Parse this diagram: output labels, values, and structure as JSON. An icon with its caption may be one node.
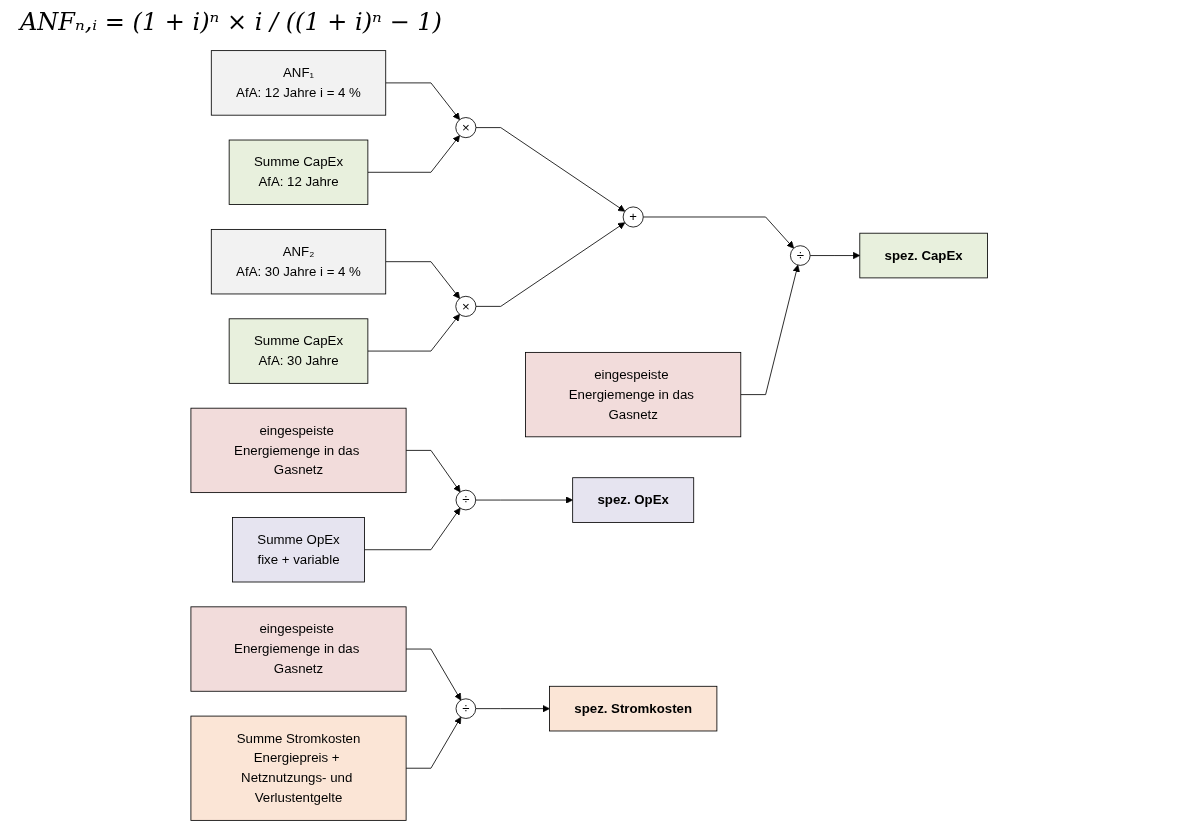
{
  "diagram": {
    "nodes": [
      {
        "text": [
          "ANF₁",
          "AfA: 12 Jahre i = 4 %"
        ]
      },
      {
        "text": [
          "ANF₂",
          "AfA: 30 Jahre i = 4 %"
        ]
      },
      {
        "text": [
          "eingespeiste Energiemenge in das Gasnetz"
        ]
      },
      {
        "text": [
          "Summe CapEx",
          "AfA: 12 Jahre"
        ]
      },
      {
        "text": [
          "×"
        ]
      },
      {
        "text": [
          "+"
        ]
      },
      {
        "text": [
          "÷"
        ]
      },
      {
        "text": [
          "spez. CapEx"
        ]
      },
      {
        "text": [
          "Summe CapEx",
          "AfA: 30 Jahre"
        ]
      },
      {
        "text": [
          "×"
        ]
      },
      {
        "text": [
          "eingespeiste Energiemenge in das Gasnetz"
        ]
      },
      {
        "text": [
          "Summe OpEx",
          "fixe + variable"
        ]
      },
      {
        "text": [
          "÷"
        ]
      },
      {
        "text": [
          "spez. OpEx"
        ]
      },
      {
        "text": [
          "eingespeiste Energiemenge in das Gasnetz"
        ]
      },
      {
        "text": [
          "Summe Stromkosten",
          "Energiepreis + Netznutzungs- und Verlustentgelte"
        ]
      },
      {
        "text": [
          "÷"
        ]
      },
      {
        "text": [
          "spez. Stromkosten"
        ]
      }
    ],
    "edges": [
      {
        "from": 0,
        "to": 4,
        "arrow": "to"
      },
      {
        "from": 3,
        "to": 4,
        "arrow": "to"
      },
      {
        "from": 1,
        "to": 9,
        "arrow": "to"
      },
      {
        "from": 8,
        "to": 9,
        "arrow": "to"
      },
      {
        "from": 4,
        "to": 5,
        "arrow": "to"
      },
      {
        "from": 9,
        "to": 5,
        "arrow": "to"
      },
      {
        "from": 5,
        "to": 6,
        "arrow": "to"
      },
      {
        "from": 2,
        "to": 6,
        "arrow": "to"
      },
      {
        "from": 6,
        "to": 7,
        "arrow": "to"
      },
      {
        "from": 10,
        "to": 12,
        "arrow": "to"
      },
      {
        "from": 11,
        "to": 12,
        "arrow": "to"
      },
      {
        "from": 12,
        "to": 13,
        "arrow": "to"
      },
      {
        "from": 14,
        "to": 16,
        "arrow": "to"
      },
      {
        "from": 15,
        "to": 16,
        "arrow": "to"
      },
      {
        "from": 16,
        "to": 17,
        "arrow": "to"
      }
    ],
    "labels": [
      "ANFₙ,ᵢ = (1 + i)ⁿ × i / ((1 + i)ⁿ − 1)"
    ]
  }
}
